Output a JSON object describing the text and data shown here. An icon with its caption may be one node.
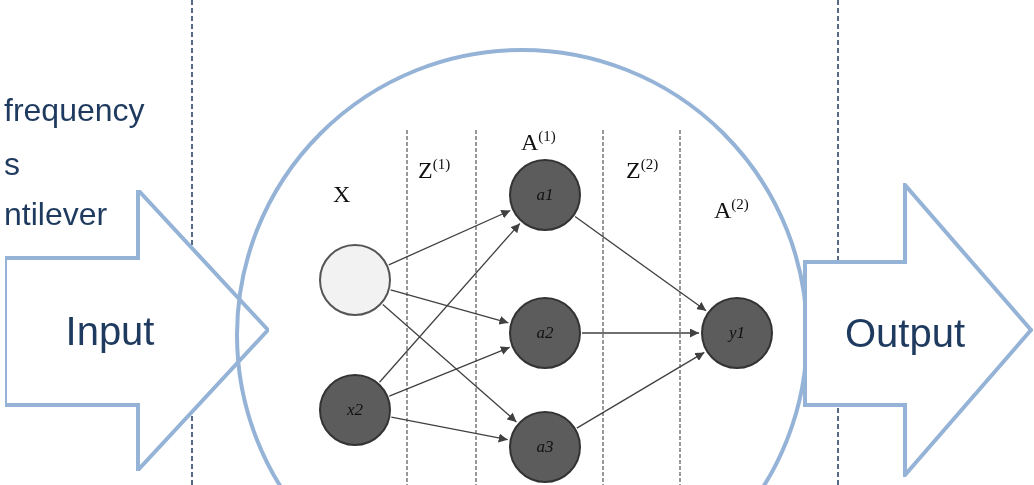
{
  "diagram": {
    "nodes": [
      {
        "text": [
          "Input"
        ]
      },
      {
        "text": [],
        "shape": "circle"
      },
      {
        "text": [],
        "shape": "circle",
        "in": 1
      },
      {
        "text": [
          "x2"
        ],
        "in": 1
      },
      {
        "text": [
          "a1"
        ],
        "in": 1
      },
      {
        "text": [
          "a2"
        ],
        "in": 1
      },
      {
        "text": [
          "a3"
        ],
        "in": 1
      },
      {
        "text": [
          "y1"
        ],
        "in": 1
      },
      {
        "text": [
          "Output"
        ]
      }
    ],
    "edges": [
      {
        "from": 2,
        "to": 4,
        "arrow": "to"
      },
      {
        "from": 2,
        "to": 5,
        "arrow": "to"
      },
      {
        "from": 2,
        "to": 6,
        "arrow": "to"
      },
      {
        "from": 3,
        "to": 4,
        "arrow": "to"
      },
      {
        "from": 3,
        "to": 5,
        "arrow": "to"
      },
      {
        "from": 3,
        "to": 6,
        "arrow": "to"
      },
      {
        "from": 4,
        "to": 7,
        "arrow": "to"
      },
      {
        "from": 5,
        "to": 7,
        "arrow": "to"
      },
      {
        "from": 6,
        "to": 7,
        "arrow": "to"
      }
    ],
    "labels": [
      "frequency",
      "s",
      "ntilever",
      "X",
      "Z$^{(1)}$",
      "A$^{(1)}$",
      "Z$^{(2)}$",
      "A$^{(2)}$"
    ]
  }
}
